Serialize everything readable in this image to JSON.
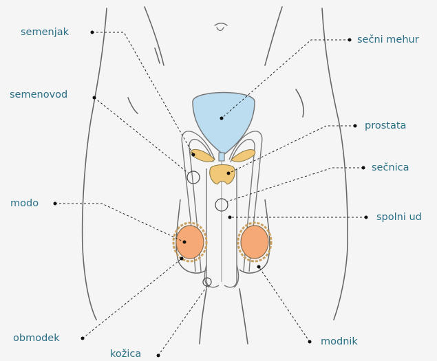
{
  "diagram": {
    "labels": {
      "semenjak": "semenjak",
      "semenovod": "semenovod",
      "modo": "modo",
      "obmodek": "obmodek",
      "kozica": "kožica",
      "secni_mehur": "sečni mehur",
      "prostata": "prostata",
      "secnica": "sečnica",
      "spolni_ud": "spolni ud",
      "modnik": "modnik"
    },
    "colors": {
      "label_text": "#2a6f86",
      "outline": "#666666",
      "bladder": "#bcdcf0",
      "testis": "#f4a977",
      "gland": "#f0c878",
      "background": "#f5f5f5"
    }
  }
}
